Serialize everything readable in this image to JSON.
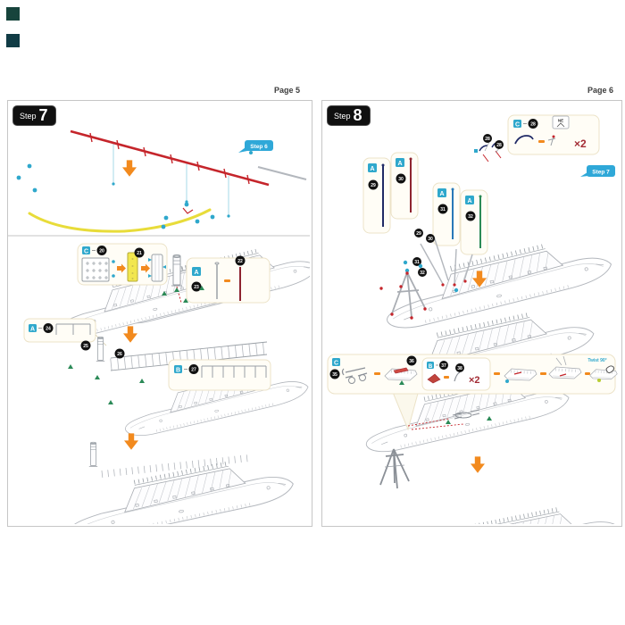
{
  "left": {
    "page_label": "Page 5",
    "step_word": "Step",
    "step_num": "7",
    "prev_tag": "Step 6"
  },
  "right": {
    "page_label": "Page 6",
    "step_word": "Step",
    "step_num": "8",
    "prev_tag": "Step 7",
    "times_label": "×2",
    "strip_times_label": "×2",
    "twist_label": "Twist 90°",
    "tool_label": "NE"
  },
  "labels": {
    "A": "A",
    "B": "B",
    "C": "C"
  },
  "parts": {
    "p20": "20",
    "p21": "21",
    "p22": "22",
    "p23": "23",
    "p24": "24",
    "p25": "25",
    "p26": "26",
    "p27": "27",
    "p28": "28",
    "p29": "29",
    "p30": "30",
    "p31": "31",
    "p32": "32",
    "p35": "35",
    "p36": "36",
    "p37": "37",
    "p38": "38"
  },
  "colors": {
    "accent_teal": "#2fa8cc",
    "rod_red": "#c5252b",
    "highlight_yellow": "#ecdf3a",
    "arrow_orange": "#f28a1e",
    "rod_navy": "#202a66",
    "rod_darkred": "#8e2430",
    "rod_blue": "#2878b8",
    "rod_green": "#2b8a57",
    "badge_black": "#111111",
    "tag_blue": "#2fa8d8"
  }
}
